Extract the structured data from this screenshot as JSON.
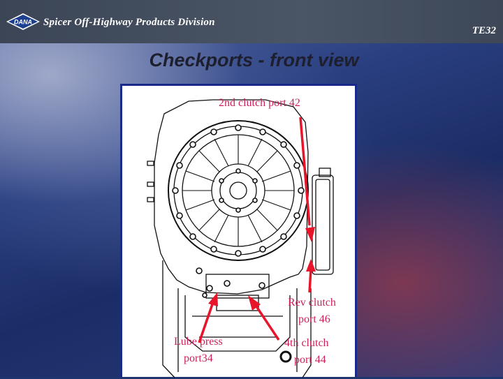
{
  "header": {
    "logo_text": "DANA",
    "division": "Spicer Off-Highway Products Division",
    "slide_code": "TE32"
  },
  "slide": {
    "title": "Checkports - front view"
  },
  "diagram": {
    "labels": {
      "port_42": "2nd clutch port 42",
      "rev_line1": "Rev clutch",
      "rev_line2": "port 46",
      "lube_line1": "Lube press",
      "lube_line2": "port34",
      "fourth_line1": "4th clutch",
      "fourth_line2": "port 44"
    }
  },
  "colors": {
    "label": "#cc1f5a",
    "arrow": "#e8142a",
    "border": "#1a2a8a",
    "header_bar": "#444e5e"
  }
}
